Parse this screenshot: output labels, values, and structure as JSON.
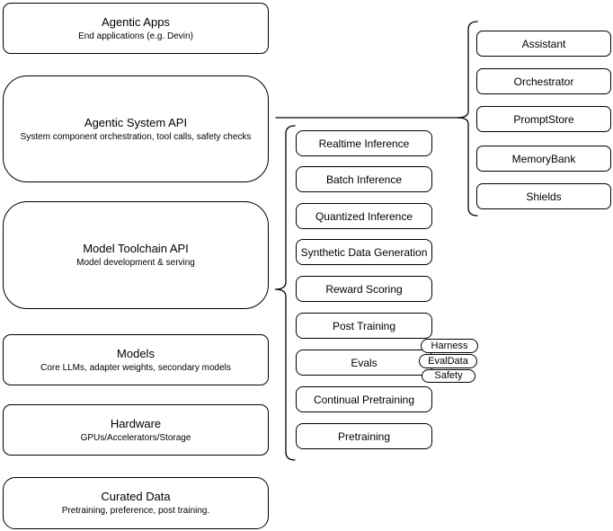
{
  "layers": {
    "agentic_apps": {
      "title": "Agentic Apps",
      "subtitle": "End applications (e.g. Devin)"
    },
    "agentic_system_api": {
      "title": "Agentic System API",
      "subtitle": "System component orchestration, tool calls, safety checks"
    },
    "model_toolchain_api": {
      "title": "Model Toolchain API",
      "subtitle": "Model development & serving"
    },
    "models": {
      "title": "Models",
      "subtitle": "Core LLMs, adapter weights, secondary models"
    },
    "hardware": {
      "title": "Hardware",
      "subtitle": "GPUs/Accelerators/Storage"
    },
    "curated_data": {
      "title": "Curated Data",
      "subtitle": "Pretraining, preference, post training."
    }
  },
  "toolchain": {
    "items": [
      "Realtime Inference",
      "Batch Inference",
      "Quantized Inference",
      "Synthetic Data Generation",
      "Reward Scoring",
      "Post Training",
      "Evals",
      "Continual Pretraining",
      "Pretraining"
    ]
  },
  "evals_badges": {
    "items": [
      "Harness",
      "EvalData",
      "Safety"
    ]
  },
  "system_components": {
    "items": [
      "Assistant",
      "Orchestrator",
      "PromptStore",
      "MemoryBank",
      "Shields"
    ]
  },
  "colors": {
    "stroke": "#000000",
    "background": "#ffffff",
    "text": "#000000"
  }
}
